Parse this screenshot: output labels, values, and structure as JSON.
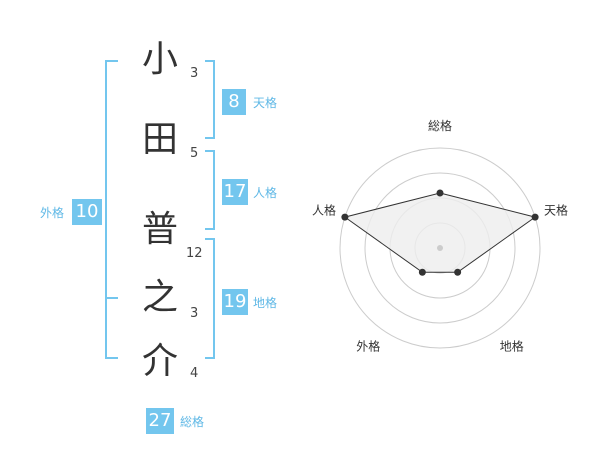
{
  "name": {
    "chars": [
      "小",
      "田",
      "普",
      "之",
      "介"
    ],
    "strokes": [
      "3",
      "5",
      "12",
      "3",
      "4"
    ]
  },
  "fortunes": {
    "tenkaku": {
      "value": "8",
      "label": "天格"
    },
    "jinkaku": {
      "value": "17",
      "label": "人格"
    },
    "chikaku": {
      "value": "19",
      "label": "地格"
    },
    "gaikaku": {
      "value": "10",
      "label": "外格"
    },
    "soukaku": {
      "value": "27",
      "label": "総格"
    }
  },
  "colors": {
    "accent": "#73c6ee",
    "accent_text": "#5fb8e6",
    "text": "#333333",
    "radar_ring": "#cccccc",
    "radar_fill": "#eeeeee"
  },
  "chart_data": {
    "type": "radar",
    "axes": [
      "総格",
      "天格",
      "地格",
      "外格",
      "人格"
    ],
    "values": [
      0.55,
      1.0,
      0.3,
      0.3,
      1.0
    ],
    "max": 1.0,
    "rings": 4
  }
}
